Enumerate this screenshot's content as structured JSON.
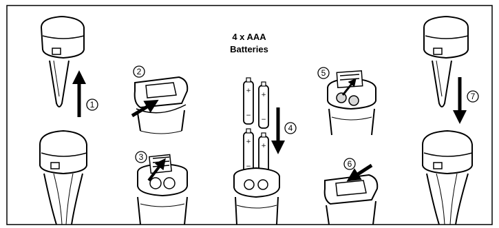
{
  "heading": {
    "line1": "4 x AAA",
    "line2": "Batteries"
  },
  "steps": [
    "1",
    "2",
    "3",
    "4",
    "5",
    "6",
    "7"
  ],
  "battery_signs": {
    "plus": "+",
    "minus": "−"
  },
  "colors": {
    "line": "#000000",
    "background": "#ffffff",
    "shade": "#d8d8d8"
  }
}
